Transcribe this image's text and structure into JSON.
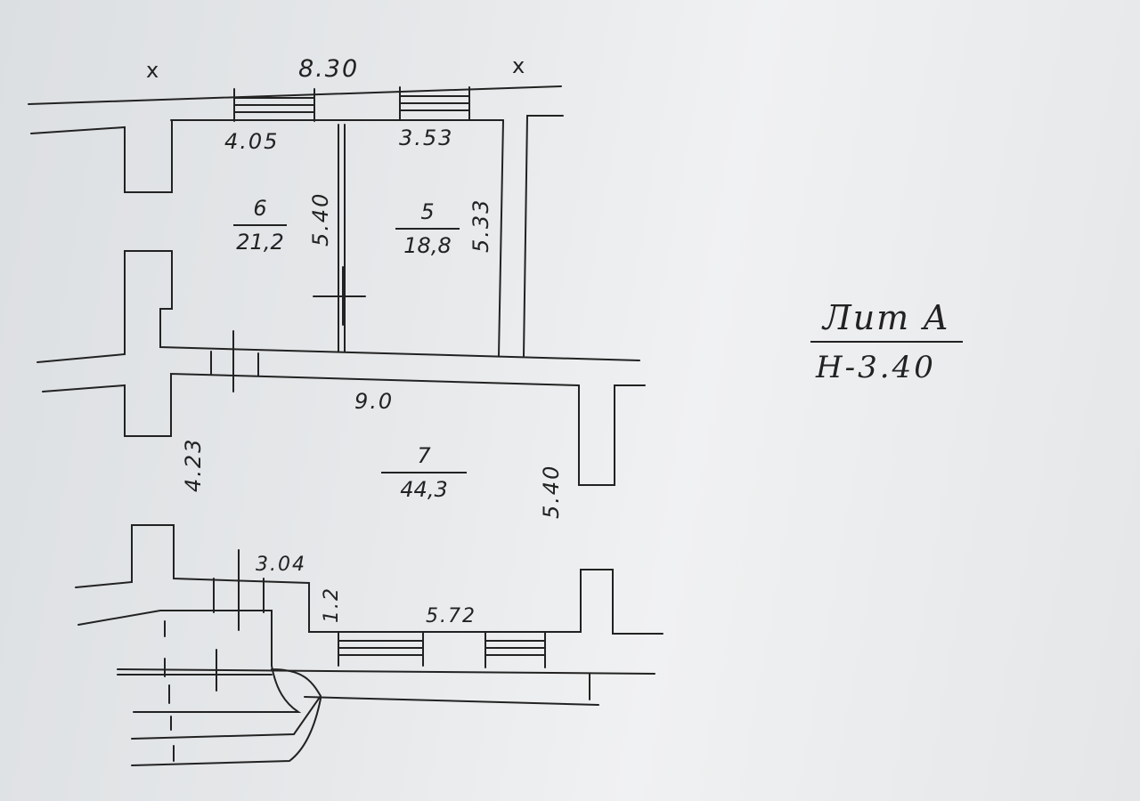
{
  "floor_plan": {
    "overall_width_label": "8.30",
    "axis_mark_left": "x",
    "axis_mark_right": "x",
    "dimensions": {
      "room6_width": "4.05",
      "room5_width": "3.53",
      "room6_depth": "5.40",
      "room5_depth": "5.33",
      "room7_width": "9.0",
      "room7_depth_left": "4.23",
      "room7_depth_right": "5.40",
      "bottom_left_width": "3.04",
      "stair_height": "1.2",
      "bottom_right_width": "5.72"
    },
    "rooms": [
      {
        "number": "6",
        "area": "21,2"
      },
      {
        "number": "5",
        "area": "18,8"
      },
      {
        "number": "7",
        "area": "44,3"
      }
    ]
  },
  "building": {
    "letter": "Лит А",
    "height": "Н-3.40"
  },
  "colors": {
    "ink": "#222222",
    "paper": "#e6e8ea"
  }
}
